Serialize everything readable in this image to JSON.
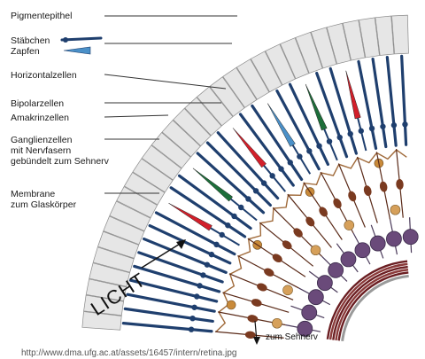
{
  "labels": {
    "pigmentepithel": "Pigmentepithel",
    "staebchen": "Stäbchen",
    "zapfen": "Zapfen",
    "horizontalzellen": "Horizontalzellen",
    "bipolarzellen": "Bipolarzellen",
    "amakrinzellen": "Amakrinzellen",
    "ganglienzellen": "Ganglienzellen\nmit Nervfasern\ngebündelt zum Sehnerv",
    "membrane": "Membrane\nzum Glaskörper",
    "licht": "LICHT",
    "sehnerv": "zum Sehnerv",
    "source": "http://www.dma.ufg.ac.at/assets/16457/intern/retina.jpg"
  },
  "colors": {
    "rod": "#1f3f6e",
    "cone_red": "#d21f2a",
    "cone_green": "#1d6e3a",
    "cone_blue": "#4a90c8",
    "bipolar": "#7a3a20",
    "ganglion": "#6a4a7a",
    "horizontal": "#c98a3a",
    "membrane": "#6b1e22",
    "pigment": "#e6e6e6"
  }
}
